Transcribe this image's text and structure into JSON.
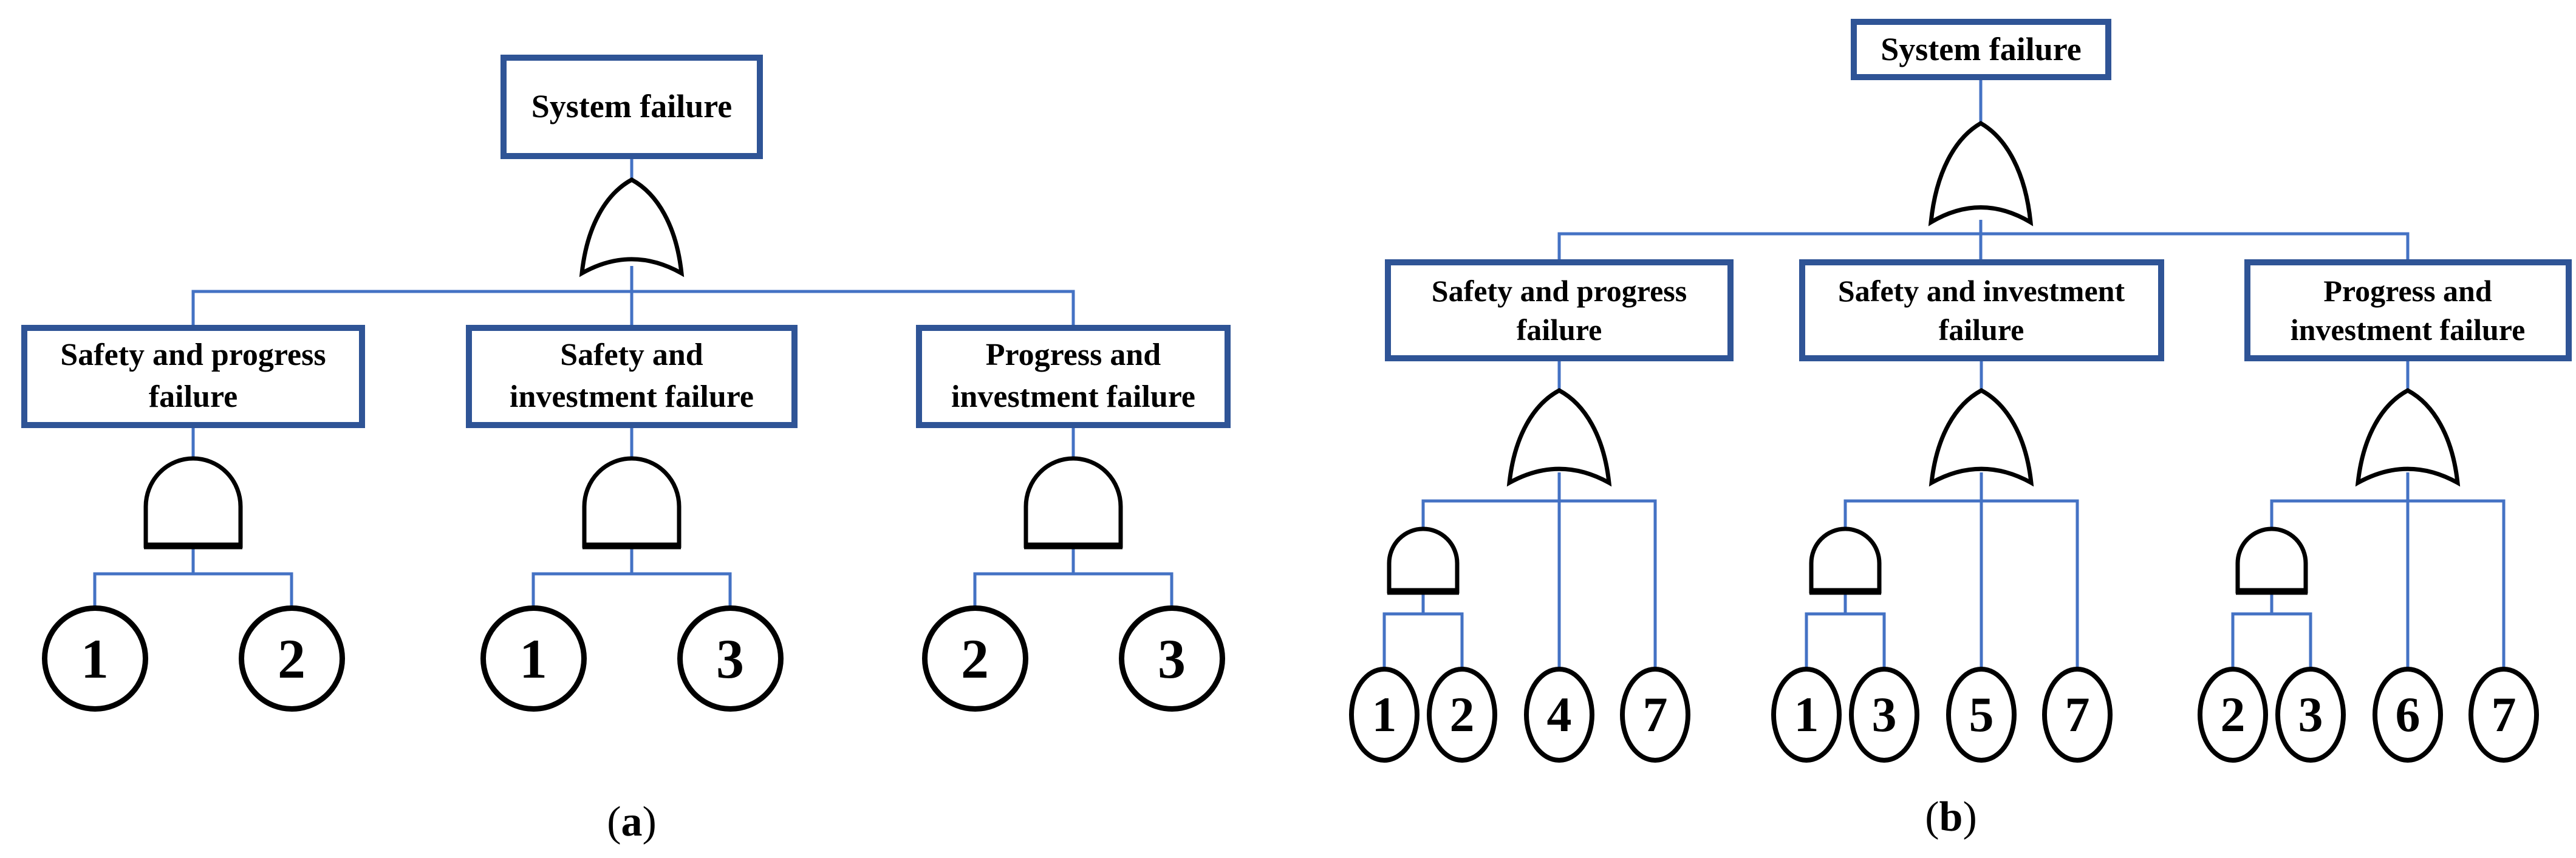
{
  "colors": {
    "box_border": "#2f5496",
    "connector_line": "#4472c4",
    "gate_stroke": "#000000",
    "text": "#000000",
    "background": "#ffffff"
  },
  "diagram_a": {
    "caption": {
      "open": "(",
      "letter": "a",
      "close": ")"
    },
    "root": {
      "label": "System failure",
      "gate": "or-gate"
    },
    "branches": [
      {
        "label": "Safety and progress\nfailure",
        "gate": "and-gate",
        "leaves": [
          "1",
          "2"
        ]
      },
      {
        "label": "Safety and\ninvestment failure",
        "gate": "and-gate",
        "leaves": [
          "1",
          "3"
        ]
      },
      {
        "label": "Progress and\ninvestment failure",
        "gate": "and-gate",
        "leaves": [
          "2",
          "3"
        ]
      }
    ]
  },
  "diagram_b": {
    "caption": {
      "open": "(",
      "letter": "b",
      "close": ")"
    },
    "root": {
      "label": "System failure",
      "gate": "or-gate"
    },
    "branches": [
      {
        "label": "Safety and progress\nfailure",
        "gate": "or-gate",
        "and_gate": "and-gate",
        "and_gate_leaves": [
          "1",
          "2"
        ],
        "direct_leaves": [
          "4",
          "7"
        ]
      },
      {
        "label": "Safety and investment\nfailure",
        "gate": "or-gate",
        "and_gate": "and-gate",
        "and_gate_leaves": [
          "1",
          "3"
        ],
        "direct_leaves": [
          "5",
          "7"
        ]
      },
      {
        "label": "Progress and\ninvestment failure",
        "gate": "or-gate",
        "and_gate": "and-gate",
        "and_gate_leaves": [
          "2",
          "3"
        ],
        "direct_leaves": [
          "6",
          "7"
        ]
      }
    ]
  }
}
